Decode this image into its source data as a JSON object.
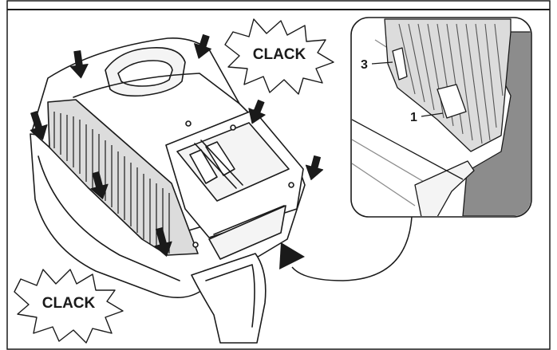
{
  "sound_labels": {
    "top": "CLACK",
    "bottom": "CLACK"
  },
  "callouts": {
    "part_3": "3",
    "part_1": "1"
  },
  "colors": {
    "ink": "#1a1a1a",
    "panel_fill": "#f4f4f4",
    "detail_grey": "#8c8c8c",
    "grille_fill": "#dcdcdc"
  },
  "icons": [
    "press-down-arrow-icon",
    "pointer-triangle-icon"
  ]
}
